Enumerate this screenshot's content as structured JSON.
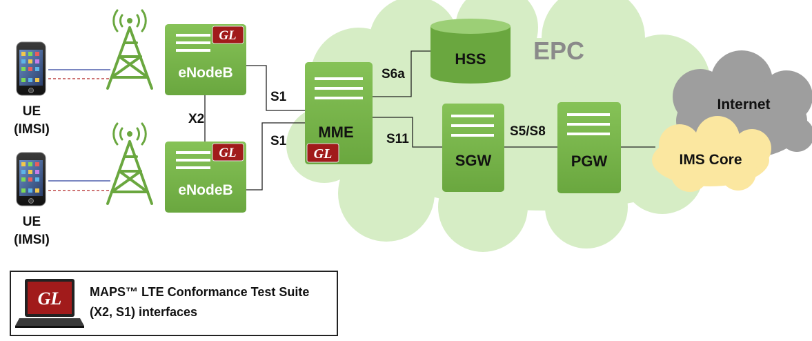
{
  "ue_top": {
    "line1": "UE",
    "line2": "(IMSI)"
  },
  "ue_bottom": {
    "line1": "UE",
    "line2": "(IMSI)"
  },
  "enodeb_top": {
    "label": "eNodeB",
    "badge": "GL"
  },
  "enodeb_bottom": {
    "label": "eNodeB",
    "badge": "GL"
  },
  "mme": {
    "label": "MME",
    "badge": "GL"
  },
  "hss": {
    "label": "HSS"
  },
  "sgw": {
    "label": "SGW"
  },
  "pgw": {
    "label": "PGW"
  },
  "epc": {
    "label": "EPC"
  },
  "internet": {
    "label": "Internet"
  },
  "ims": {
    "label": "IMS Core"
  },
  "links": {
    "x2": "X2",
    "s1_top": "S1",
    "s1_bottom": "S1",
    "s6a": "S6a",
    "s11": "S11",
    "s5s8": "S5/S8"
  },
  "legend": {
    "line1": "MAPS™ LTE Conformance Test Suite",
    "line2": "(X2, S1) interfaces",
    "badge": "GL"
  },
  "colors": {
    "node_green": "#77b54a",
    "epc_cloud": "#d6edc5",
    "internet_cloud": "#9e9e9e",
    "ims_cloud": "#fbe7a0",
    "badge_red": "#a11b1b"
  }
}
